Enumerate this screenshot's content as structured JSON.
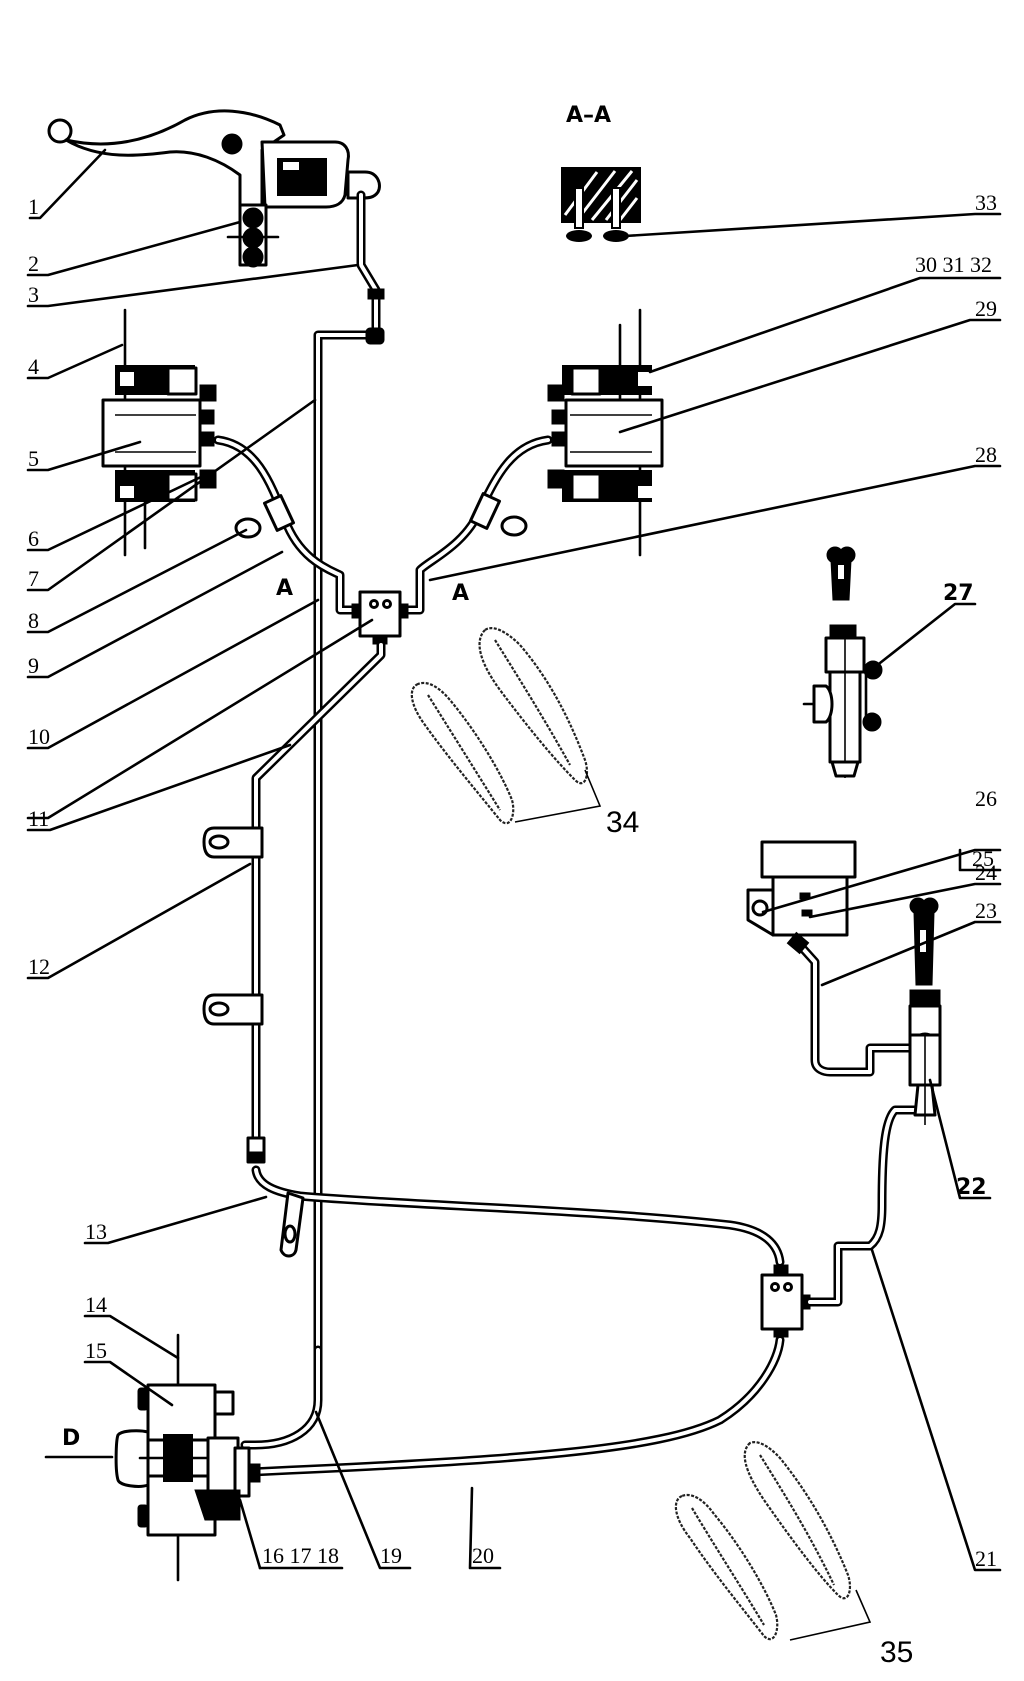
{
  "section_title": "A–A",
  "view_marks": {
    "section_left": "A",
    "section_right": "A",
    "view_d": "D"
  },
  "callouts": {
    "c1": "1",
    "c2": "2",
    "c3": "3",
    "c4": "4",
    "c5": "5",
    "c6": "6",
    "c7": "7",
    "c8": "8",
    "c9": "9",
    "c10": "10",
    "c11": "11",
    "c12": "12",
    "c13": "13",
    "c14": "14",
    "c15": "15",
    "c16_18": "16 17 18",
    "c19": "19",
    "c20": "20",
    "c21": "21",
    "c22": "22",
    "c23": "23",
    "c24": "24",
    "c25": "25",
    "c26": "26",
    "c27": "27",
    "c28": "28",
    "c29": "29",
    "c30_32": "30 31 32",
    "c33": "33",
    "c34": "34",
    "c35": "35"
  },
  "components": [
    "hand-brake-lever",
    "front-left-caliper",
    "front-right-caliper",
    "front-distributor",
    "rear-distributor",
    "rear-caliper",
    "brake-pedal-master-cylinder",
    "fluid-reservoir",
    "master-cylinder-detail",
    "section-a-a-bracket",
    "front-brake-pads",
    "rear-brake-pads"
  ]
}
